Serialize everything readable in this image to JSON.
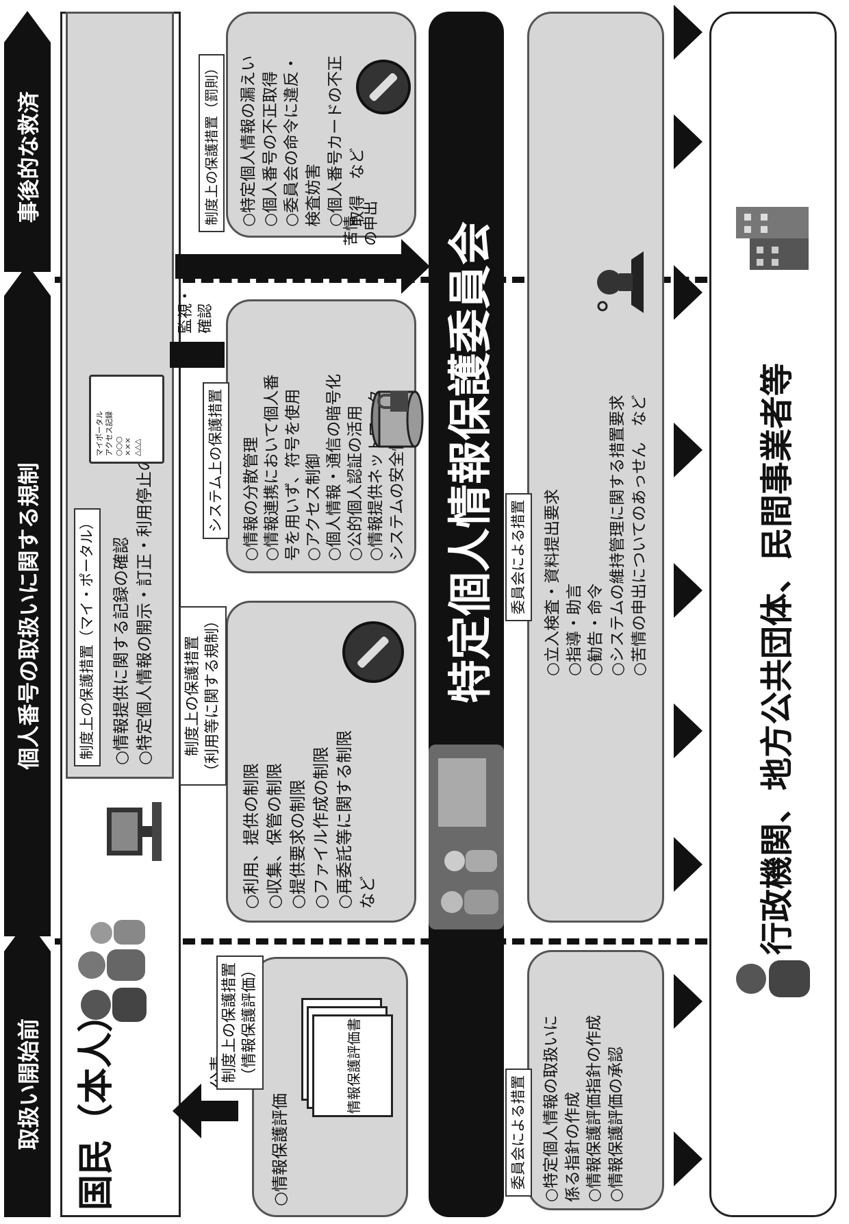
{
  "phases": [
    "取扱い開始前",
    "個人番号の取扱いに関する規制",
    "事後的な救済"
  ],
  "citizen": {
    "title": "国民（本人）",
    "portal_label": "制度上の保護措置（マイ・ポータル）",
    "portal_items": [
      "○情報提供に関する記録の確認",
      "○特定個人情報の開示・訂正・利用停止の請求手続"
    ],
    "portal_screen": [
      "マイポータル",
      "アクセス記録",
      "○○○",
      "×××",
      "△△△"
    ]
  },
  "publish_label": "公表",
  "protection_eval": {
    "label": "制度上の保護措置\n（情報保護評価）",
    "items": [
      "○情報保護評価"
    ],
    "doc_label": "情報保護評価書"
  },
  "usage_rules": {
    "label": "制度上の保護措置\n（利用等に関する規制）",
    "items": [
      "○利用、提供の制限",
      "○収集、保管の制限",
      "○提供要求の制限",
      "○ファイル作成の制限",
      "○再委託等に関する制限",
      "など"
    ]
  },
  "system_measures": {
    "label": "システム上の保護措置",
    "items": [
      "○情報の分散管理",
      "○情報連携において個人番",
      "号を用いず、符号を使用",
      "○アクセス制御",
      "○個人情報・通信の暗号化",
      "○公的個人認証の活用",
      "○情報提供ネットワーク",
      "システムの安全性確保"
    ]
  },
  "penalties": {
    "label": "制度上の保護措置（罰則）",
    "items": [
      "○特定個人情報の漏えい",
      "○個人番号の不正取得",
      "○委員会の命令に違反・",
      "検査妨害",
      "○個人番号カードの不正",
      "取得　など"
    ]
  },
  "complaint_label": [
    "苦情",
    "の申出"
  ],
  "monitor_label": [
    "監視・",
    "確認"
  ],
  "commission": {
    "name": "特定個人情報保護委員会"
  },
  "committee_pre": {
    "label": "委員会による措置",
    "items": [
      "○特定個人情報の取扱いに",
      "係る指針の作成",
      "○情報保護評価指針の作成",
      "○情報保護評価の承認"
    ]
  },
  "committee_main": {
    "label": "委員会による措置",
    "items": [
      "○立入検査・資料提出要求",
      "○指導・助言",
      "○勧告・命令",
      "○システムの維持管理に関する措置要求",
      "○苦情の申出についてのあっせん　など"
    ]
  },
  "actors": {
    "label": "行政機関、地方公共団体、民間事業者等"
  }
}
